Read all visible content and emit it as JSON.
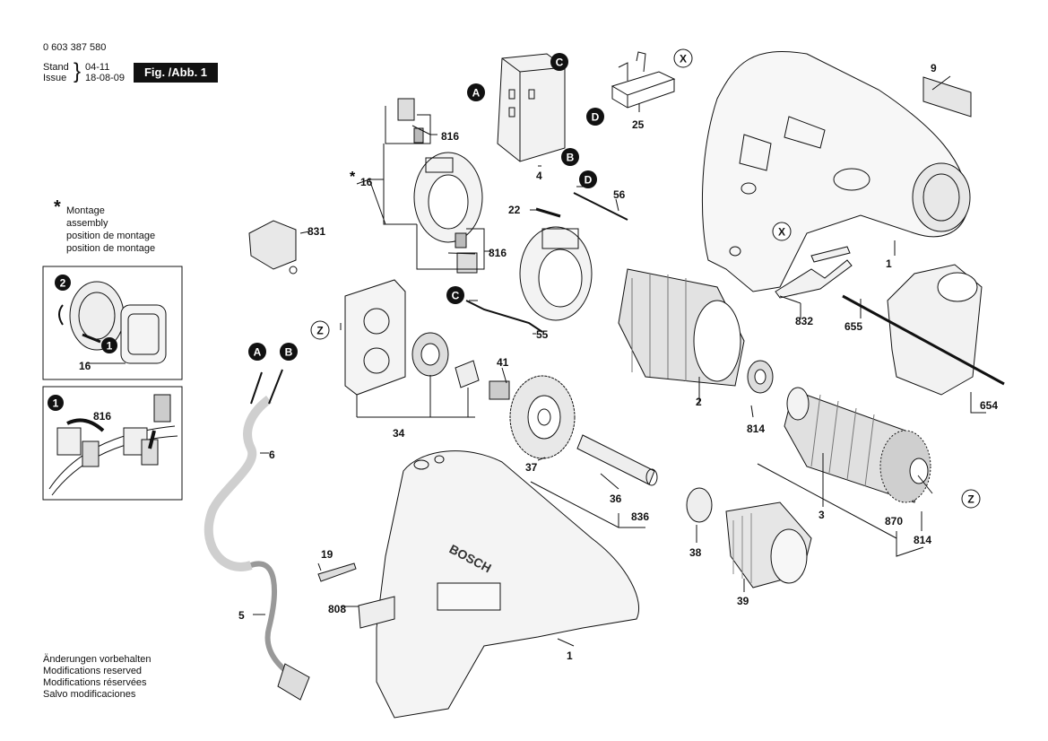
{
  "header": {
    "part_number": "0 603 387 580",
    "stand_label": "Stand",
    "stand_value": "04-11",
    "issue_label": "Issue",
    "issue_value": "18-08-09",
    "figure_label": "Fig. /Abb. 1"
  },
  "assembly_note": {
    "symbol": "*",
    "lines": [
      "Montage",
      "assembly",
      "position de montage",
      "position de montage"
    ]
  },
  "footer": {
    "lines": [
      "Änderungen vorbehalten",
      "Modifications reserved",
      "Modifications réservées",
      "Salvo modificaciones"
    ]
  },
  "connection_markers": {
    "A": "A",
    "B": "B",
    "C": "C",
    "D": "D",
    "X": "X",
    "Z": "Z"
  },
  "part_labels": {
    "p1a": "1",
    "p1b": "1",
    "p2": "2",
    "p3": "3",
    "p4": "4",
    "p5": "5",
    "p6": "6",
    "p9": "9",
    "p16": "16",
    "p16b": "16",
    "p19": "19",
    "p22": "22",
    "p25": "25",
    "p34": "34",
    "p36": "36",
    "p37": "37",
    "p38": "38",
    "p39": "39",
    "p41": "41",
    "p55": "55",
    "p56": "56",
    "p654": "654",
    "p655": "655",
    "p808": "808",
    "p814a": "814",
    "p814b": "814",
    "p816a": "816",
    "p816b": "816",
    "p816c": "816",
    "p831": "831",
    "p832": "832",
    "p836": "836",
    "p870": "870"
  },
  "inset_steps": {
    "step1": "1",
    "step2": "2",
    "step1b": "1"
  },
  "brand_text": "BOSCH"
}
